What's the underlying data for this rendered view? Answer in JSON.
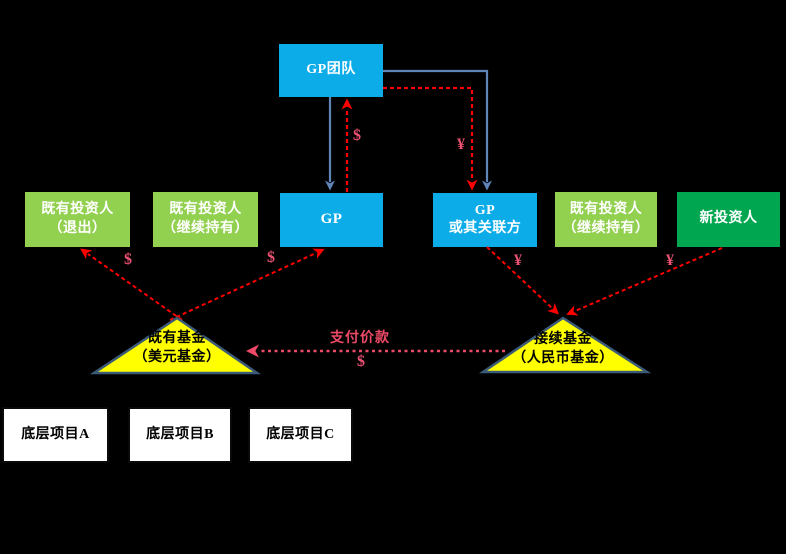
{
  "nodes": {
    "gp_team": {
      "label": "GP团队"
    },
    "existing_investor_exit": {
      "line1": "既有投资人",
      "line2": "（退出）"
    },
    "existing_investor_hold_left": {
      "line1": "既有投资人",
      "line2": "（继续持有）"
    },
    "gp": {
      "label": "GP"
    },
    "gp_or_affiliate": {
      "line1": "GP",
      "line2": "或其关联方"
    },
    "existing_investor_hold_right": {
      "line1": "既有投资人",
      "line2": "（继续持有）"
    },
    "new_investor": {
      "label": "新投资人"
    },
    "existing_fund": {
      "line1": "既有基金",
      "line2": "（美元基金）"
    },
    "continuation_fund": {
      "line1": "接续基金",
      "line2": "（人民币基金）"
    },
    "project_a": {
      "label": "底层项目A"
    },
    "project_b": {
      "label": "底层项目B"
    },
    "project_c": {
      "label": "底层项目C"
    }
  },
  "flow_labels": {
    "payment": "支付价款",
    "dollar": "$",
    "yuan": "¥"
  },
  "connections": [
    {
      "from": "gp_team",
      "to": "gp",
      "type": "blue-solid"
    },
    {
      "from": "gp",
      "to": "gp_team",
      "type": "red-dashed",
      "label": "$"
    },
    {
      "from": "gp_team",
      "to": "gp_or_affiliate",
      "type": "blue-solid"
    },
    {
      "from": "gp_team",
      "to": "gp_or_affiliate",
      "type": "red-dashed",
      "label": "¥"
    },
    {
      "from": "existing_fund",
      "to": "existing_investor_exit",
      "type": "red-dashed",
      "label": "$"
    },
    {
      "from": "existing_fund",
      "to": "gp",
      "type": "red-dashed",
      "label": "$"
    },
    {
      "from": "gp_or_affiliate",
      "to": "continuation_fund",
      "type": "red-dashed",
      "label": "¥"
    },
    {
      "from": "new_investor",
      "to": "continuation_fund",
      "type": "red-dashed",
      "label": "¥"
    },
    {
      "from": "continuation_fund",
      "to": "existing_fund",
      "type": "pink-dashed",
      "label": "支付价款 $"
    }
  ],
  "colors": {
    "background": "#000000",
    "blue_box": "#0cace9",
    "light_green_box": "#92d050",
    "dark_green_box": "#00a650",
    "yellow_triangle": "#ffff00",
    "triangle_border": "#3a5a78",
    "white_box": "#ffffff",
    "blue_arrow": "#5e84b8",
    "red_arrow": "#ff0000",
    "pink_accent": "#ed4a67"
  }
}
